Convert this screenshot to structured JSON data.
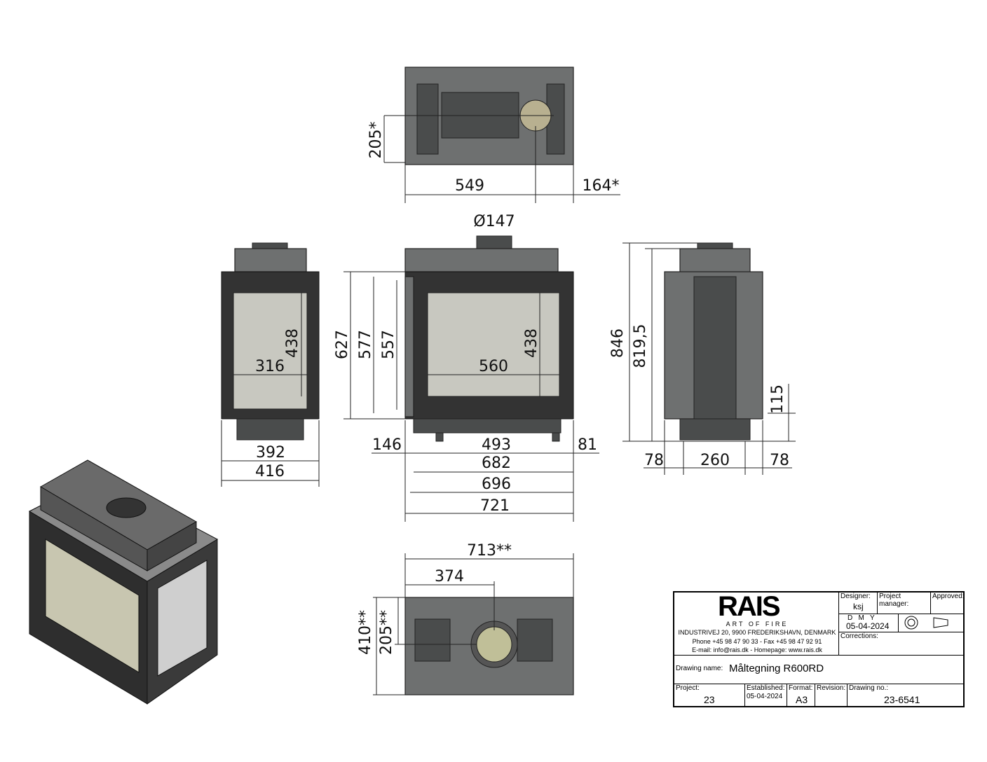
{
  "drawing": {
    "top_view": {
      "depth": "205*",
      "width": "549",
      "offset": "164*"
    },
    "front_view": {
      "flue_diameter": "Ø147",
      "h627": "627",
      "h577": "577",
      "h557": "557",
      "glass_h": "438",
      "glass_w": "560",
      "w146": "146",
      "w493": "493",
      "w81": "81",
      "w682": "682",
      "w696": "696",
      "w721": "721"
    },
    "side_view": {
      "glass_h": "438",
      "glass_w": "316",
      "w392": "392",
      "w416": "416"
    },
    "rear_view": {
      "h846": "846",
      "h819": "819,5",
      "h115": "115",
      "w78a": "78",
      "w260": "260",
      "w78b": "78"
    },
    "bottom_view": {
      "w713": "713**",
      "w374": "374",
      "d410": "410**",
      "d205": "205**"
    }
  },
  "title_block": {
    "logo": "RAIS",
    "tagline": "ART OF FIRE",
    "address": "INDUSTRIVEJ 20, 9900 FREDERIKSHAVN, DENMARK",
    "phone": "Phone +45 98 47 90 33 - Fax +45 98 47 92 91",
    "email": "E-mail: info@rais.dk - Homepage: www.rais.dk",
    "designer_label": "Designer:",
    "designer": "ksj",
    "pm_label": "Project manager:",
    "approved_label": "Approved:",
    "dmy": "D   M   Y",
    "date": "05-04-2024",
    "corrections_label": "Corrections:",
    "drawing_name_label": "Drawing name:",
    "drawing_name": "Måltegning R600RD",
    "project_label": "Project:",
    "project": "23",
    "established_label": "Established:",
    "established": "05-04-2024",
    "format_label": "Format:",
    "format": "A3",
    "revision_label": "Revision:",
    "drawing_no_label": "Drawing no.:",
    "drawing_no": "23-6541"
  }
}
